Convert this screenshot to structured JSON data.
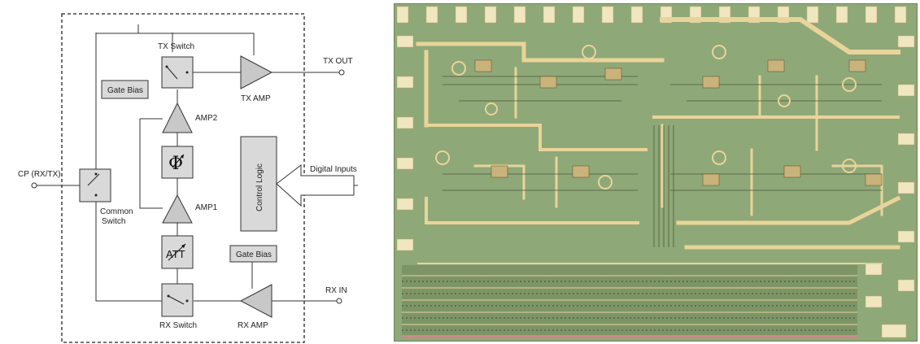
{
  "block_diagram": {
    "tx_switch": "TX Switch",
    "tx_out": "TX OUT",
    "tx_amp": "TX AMP",
    "gate_bias_top": "Gate Bias",
    "amp2": "AMP2",
    "phase_symbol": "Φ",
    "control_logic": "Control Logic",
    "digital_inputs": "Digital Inputs",
    "cp_port": "CP (RX/TX)",
    "common_switch_line1": "Common",
    "common_switch_line2": "Switch",
    "amp1": "AMP1",
    "att": "ATT",
    "gate_bias_bottom": "Gate Bias",
    "rx_in": "RX IN",
    "rx_switch": "RX Switch",
    "rx_amp": "RX AMP"
  },
  "die_photo": {
    "colors": {
      "substrate": "#8fa878",
      "gold_trace": "#e8d49a",
      "pad": "#f0e6c0",
      "dark_trace": "#4a5a3a"
    }
  }
}
